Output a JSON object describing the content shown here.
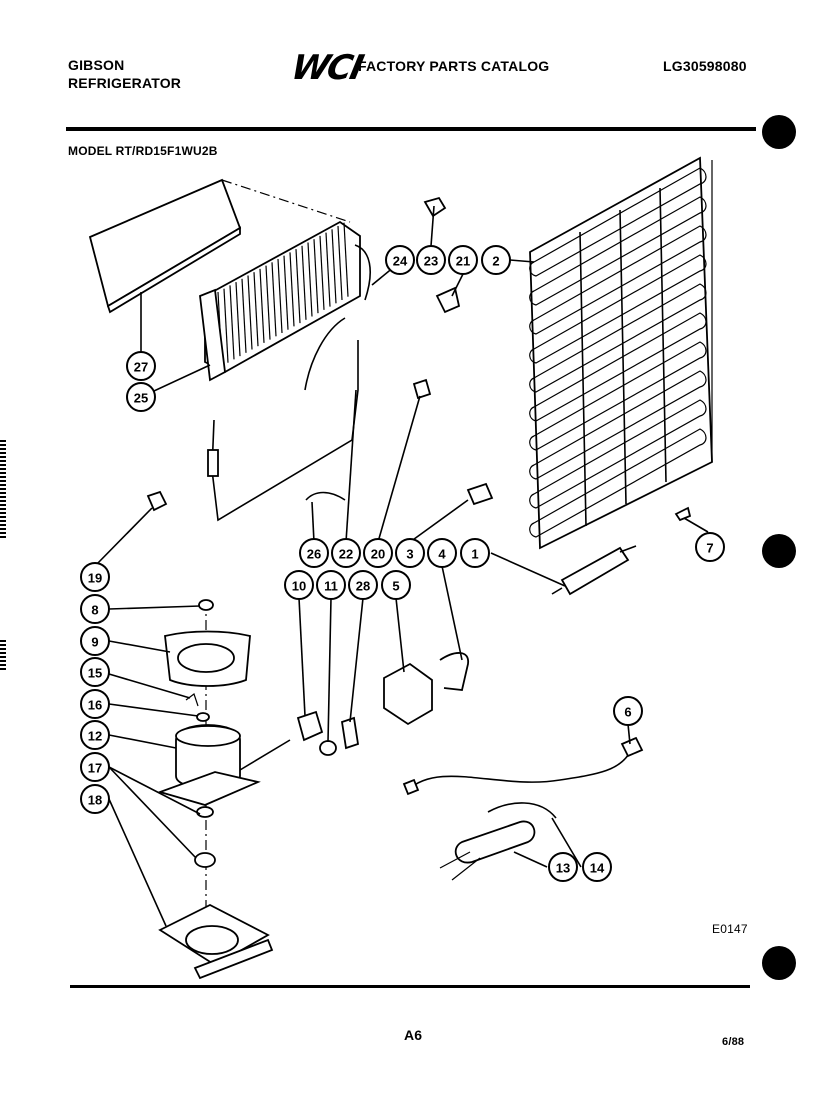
{
  "header": {
    "brand_line1": "GIBSON",
    "brand_line2": "REFRIGERATOR",
    "logo_text": "WCI",
    "catalog_title": "FACTORY PARTS CATALOG",
    "document_number": "LG30598080"
  },
  "model_label": "MODEL RT/RD15F1WU2B",
  "diagram_code": "E0147",
  "footer": {
    "page_label": "A6",
    "date_code": "6/88"
  },
  "callouts": [
    "27",
    "25",
    "24",
    "23",
    "21",
    "2",
    "26",
    "22",
    "20",
    "3",
    "4",
    "1",
    "7",
    "19",
    "8",
    "9",
    "15",
    "16",
    "12",
    "17",
    "18",
    "10",
    "11",
    "28",
    "5",
    "6",
    "13",
    "14"
  ]
}
